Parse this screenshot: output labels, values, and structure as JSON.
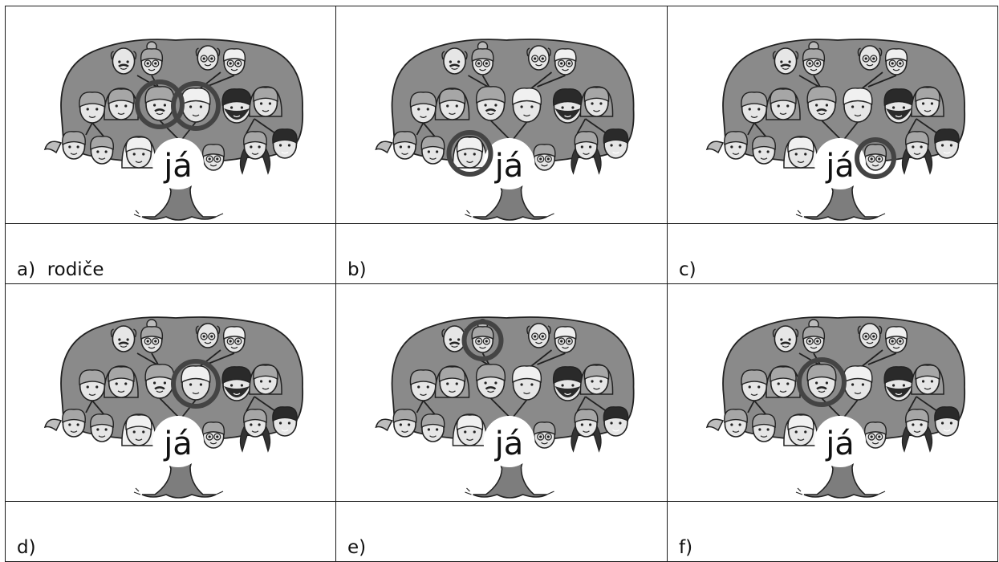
{
  "center_label": "já",
  "rows": [
    {
      "cells": [
        {
          "label": "a)  rodiče",
          "highlight": [
            "father",
            "mother"
          ]
        },
        {
          "label": "b)",
          "highlight": [
            "sister"
          ]
        },
        {
          "label": "c)",
          "highlight": [
            "brother"
          ]
        }
      ]
    },
    {
      "cells": [
        {
          "label": "d)",
          "highlight": [
            "mother"
          ]
        },
        {
          "label": "e)",
          "highlight": [
            "grandma1"
          ]
        },
        {
          "label": "f)",
          "highlight": [
            "father"
          ]
        }
      ]
    }
  ],
  "colors": {
    "crown": "#8a8a8a",
    "trunk": "#7d7d7d",
    "ring": "#444444",
    "face": "#e6e6e6",
    "line": "#222222"
  }
}
